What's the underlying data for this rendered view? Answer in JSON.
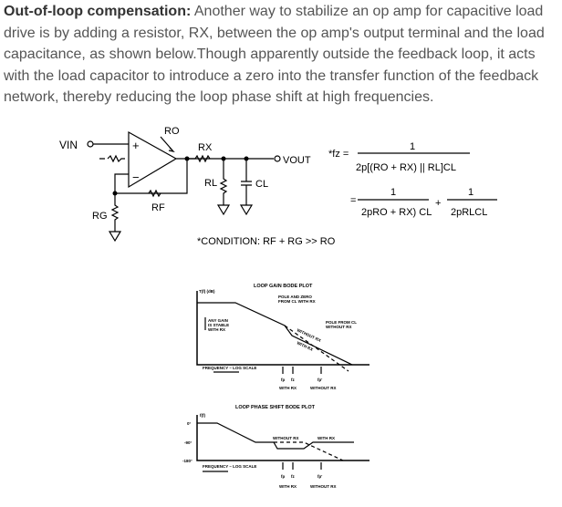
{
  "paragraph": {
    "lead": "Out-of-loop compensation:",
    "body": " Another way to stabilize an op amp for capacitive load drive is by adding a resistor, RX, between the op amp's output terminal and the load capacitance, as shown below.Though apparently outside the feedback loop, it acts with the load capacitor to introduce a zero into the transfer function of the feedback network, thereby reducing the loop phase shift at high frequencies."
  },
  "schematic": {
    "vin": "VIN",
    "ro": "RO",
    "rx": "RX",
    "rl": "RL",
    "cl": "CL",
    "rf": "RF",
    "rg": "RG",
    "vout": "VOUT",
    "plus": "+",
    "minus": "−",
    "condition": "*CONDITION:  RF + RG  >> RO"
  },
  "formula": {
    "fz": "*fz =",
    "one": "1",
    "den1": "2p[(RO + RX) || RL]CL",
    "eq": "=",
    "den2": "2pRO + RX) CL",
    "plus": "+",
    "den3": "2pRLCL"
  },
  "gain_plot": {
    "title": "LOOP GAIN BODE PLOT",
    "ylabel": "T(f) (dB)",
    "xlabel": "FREQUENCY – LOG SCALE",
    "any_gain": [
      "ANY GAIN",
      "IS STABLE",
      "WITH RX"
    ],
    "pole_zero": [
      "POLE AND ZERO",
      "FROM CL WITH RX"
    ],
    "pole_cl": [
      "POLE FROM CL",
      "WITHOUT RX"
    ],
    "without": "WITHOUT RX",
    "with": "WITH RX",
    "fp": "fp",
    "fz": "fz",
    "fpp": "fp'",
    "with_rx": "WITH RX",
    "without_rx": "WITHOUT RX"
  },
  "phase_plot": {
    "title": "LOOP PHASE SHIFT BODE PLOT",
    "ylabel": "f(f)",
    "t0": "0°",
    "t90": "-90°",
    "t180": "-180°",
    "xlabel": "FREQUENCY – LOG SCALE",
    "without": "WITHOUT RX",
    "with": "WITH RX",
    "fp": "fp",
    "fz": "fz",
    "fpp": "fp'",
    "with_rx": "WITH RX",
    "without_rx": "WITHOUT RX"
  }
}
